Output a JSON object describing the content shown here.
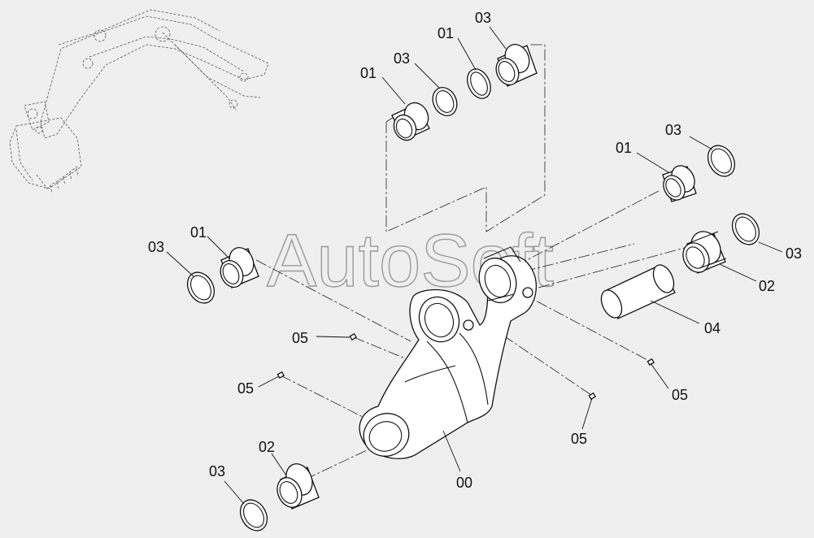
{
  "watermark": "AutoSoft",
  "callouts": [
    {
      "id": "01-a",
      "text": "01"
    },
    {
      "id": "03-a",
      "text": "03"
    },
    {
      "id": "01-b",
      "text": "01"
    },
    {
      "id": "03-b",
      "text": "03"
    },
    {
      "id": "01-c",
      "text": "01"
    },
    {
      "id": "03-c",
      "text": "03"
    },
    {
      "id": "01-d",
      "text": "01"
    },
    {
      "id": "03-d",
      "text": "03"
    },
    {
      "id": "03-e",
      "text": "03"
    },
    {
      "id": "02-a",
      "text": "02"
    },
    {
      "id": "04",
      "text": "04"
    },
    {
      "id": "05-a",
      "text": "05"
    },
    {
      "id": "05-b",
      "text": "05"
    },
    {
      "id": "05-c",
      "text": "05"
    },
    {
      "id": "05-d",
      "text": "05"
    },
    {
      "id": "02-b",
      "text": "02"
    },
    {
      "id": "03-f",
      "text": "03"
    },
    {
      "id": "00",
      "text": "00"
    }
  ]
}
